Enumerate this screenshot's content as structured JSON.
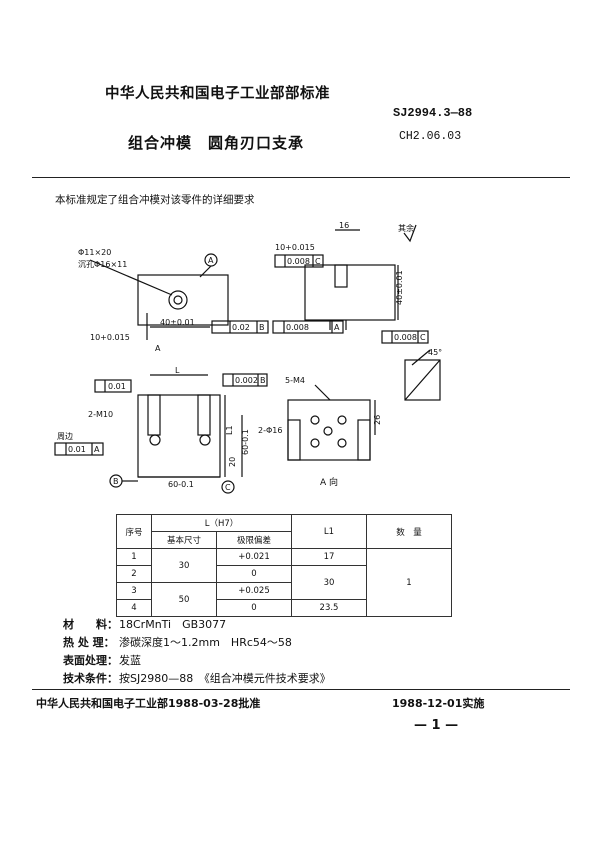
{
  "header": {
    "org_standard": "中华人民共和国电子工业部部标准",
    "std_number": "SJ2994.3—88",
    "title": "组合冲模　圆角刃口支承",
    "std_code": "CH2.06.03"
  },
  "intro": "本标准规定了组合冲模对该零件的详细要求",
  "drawing": {
    "labels": {
      "hole": "Φ11×20",
      "counterbore": "沉孔Φ16×11",
      "circle_a": "A",
      "roughness": "其余",
      "dim_16": "16",
      "tol_10": "10+0.015",
      "flat1": "0.008",
      "flat1_ref": "C",
      "h_40": "40±0.01",
      "dim_10b": "10+0.015",
      "flat2_val": "0.02",
      "flat2_ref": "B",
      "flat3_val": "0.008",
      "flat3_ref": "A",
      "arrow_a": "A",
      "side_tol": "0.008",
      "side_ref": "C",
      "par_val": "0.01",
      "L": "L",
      "perp_val": "0.002",
      "perp_ref": "B",
      "m10": "2-M10",
      "m4": "5-M4",
      "perp_label": "周边",
      "perp_bottom_val": "0.01",
      "perp_bottom_ref": "A",
      "L1": "L1",
      "h60": "60-0.1",
      "h20": "20",
      "dim_16b": "2-Φ16",
      "b_ref": "B",
      "w_60": "60-0.1",
      "c_ref": "C",
      "dim_26": "26",
      "dim_45": "45°",
      "view_a": "A 向"
    }
  },
  "table": {
    "headers": [
      "序号",
      "L（H7）",
      "L1",
      "数　量"
    ],
    "sub_headers": [
      "基本尺寸",
      "极限偏差"
    ],
    "rows": [
      {
        "no": "1",
        "base": "30",
        "tol": "+0.021",
        "l1": "17",
        "qty": "1"
      },
      {
        "no": "2",
        "base": "",
        "tol": "0",
        "l1": "30",
        "qty": ""
      },
      {
        "no": "3",
        "base": "50",
        "tol": "+0.025",
        "l1": "",
        "qty": ""
      },
      {
        "no": "4",
        "base": "",
        "tol": "0",
        "l1": "23.5",
        "qty": ""
      }
    ]
  },
  "specs": [
    {
      "label": "材　　料：",
      "value": "18CrMnTi　GB3077"
    },
    {
      "label": "热 处 理：",
      "value": "渗碳深度1～1.2mm　HRc54～58"
    },
    {
      "label": "表面处理：",
      "value": "发蓝"
    },
    {
      "label": "技术条件：",
      "value": "按SJ2980—88　《组合冲模元件技术要求》"
    }
  ],
  "footer": {
    "approval": "中华人民共和国电子工业部1988-03-28批准",
    "effective": "1988-12-01实施",
    "page": "— 1 —"
  }
}
